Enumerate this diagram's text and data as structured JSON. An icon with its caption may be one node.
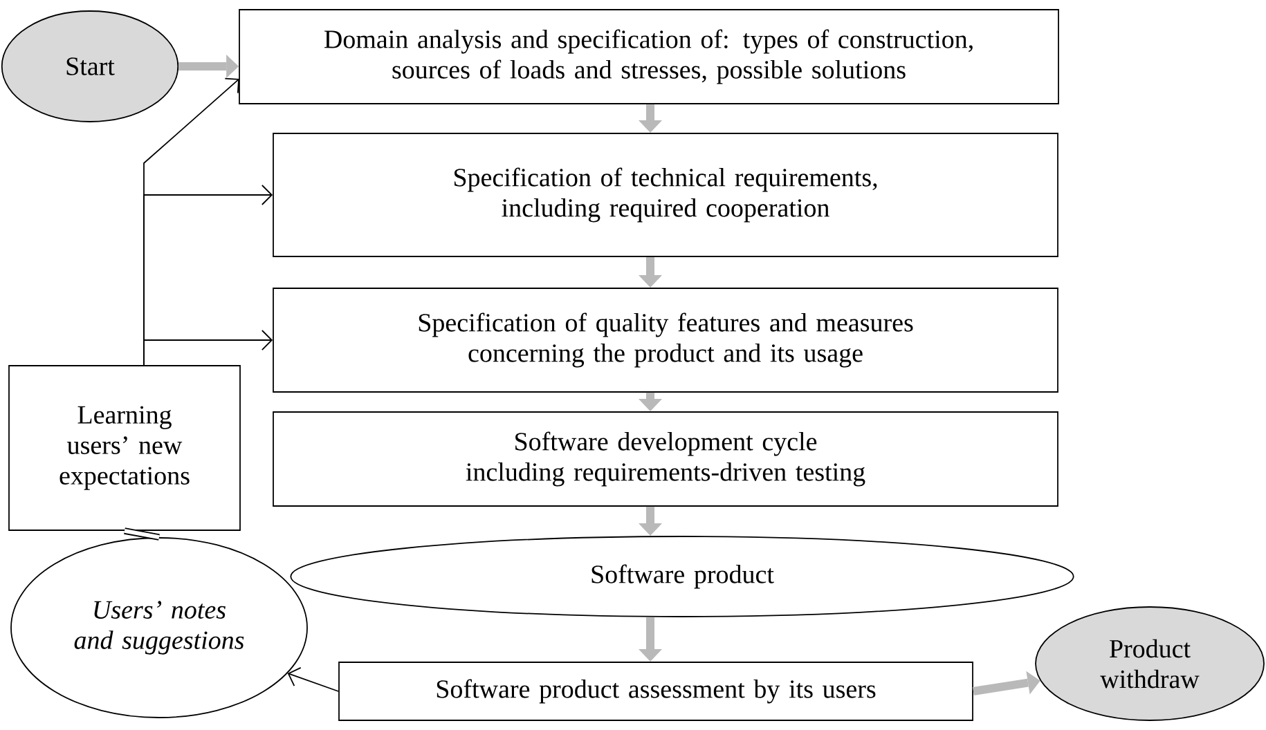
{
  "diagram": {
    "nodes": [
      {
        "text": [
          "Start"
        ]
      },
      {
        "text": [
          "Domain analysis and specification of: types of construction, sources of loads and stresses, possible solutions"
        ]
      },
      {
        "text": [
          "Specification of technical requirements, including required cooperation"
        ]
      },
      {
        "text": [
          "Specification of quality features and measures concerning the product and its usage"
        ]
      },
      {
        "text": [
          "Software development cycle including requirements-driven testing"
        ]
      },
      {
        "text": [
          "Software product"
        ]
      },
      {
        "text": [
          "Software product assessment by its users"
        ]
      },
      {
        "text": [
          "Product withdraw"
        ]
      },
      {
        "text": [
          "Learning users’ new expectations"
        ]
      },
      {
        "text": [
          "Users’ notes and suggestions"
        ]
      }
    ],
    "edges": [
      {
        "from": 0,
        "to": 1,
        "arrow": "to"
      },
      {
        "from": 1,
        "to": 2,
        "arrow": "to"
      },
      {
        "from": 2,
        "to": 3,
        "arrow": "to"
      },
      {
        "from": 3,
        "to": 4,
        "arrow": "to"
      },
      {
        "from": 4,
        "to": 5,
        "arrow": "to"
      },
      {
        "from": 5,
        "to": 6,
        "arrow": "to"
      },
      {
        "from": 6,
        "to": 7,
        "arrow": "to"
      },
      {
        "from": 6,
        "to": 9,
        "arrow": "to",
        "color": "#000000"
      },
      {
        "from": 9,
        "to": 8,
        "arrow": "none",
        "color": "#000000"
      },
      {
        "from": 8,
        "to": 1,
        "arrow": "to",
        "color": "#000000"
      },
      {
        "from": 8,
        "to": 2,
        "arrow": "to",
        "color": "#000000"
      },
      {
        "from": 8,
        "to": 3,
        "arrow": "to",
        "color": "#000000"
      }
    ]
  }
}
